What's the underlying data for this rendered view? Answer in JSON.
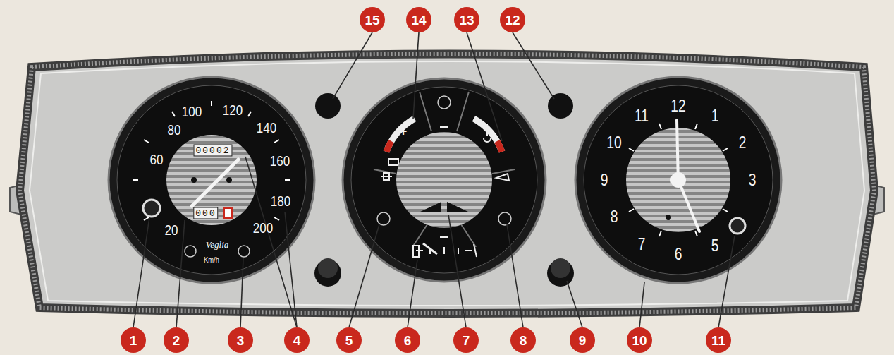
{
  "diagram": {
    "nodes": [
      {
        "text": [
          "15"
        ]
      },
      {
        "text": [
          "14"
        ]
      },
      {
        "text": [
          "13"
        ]
      },
      {
        "text": [
          "12"
        ]
      },
      {
        "text": [
          "1"
        ]
      },
      {
        "text": [
          "2"
        ]
      },
      {
        "text": [
          "3"
        ]
      },
      {
        "text": [
          "4"
        ]
      },
      {
        "text": [
          "5"
        ]
      },
      {
        "text": [
          "6"
        ]
      },
      {
        "text": [
          "7"
        ]
      },
      {
        "text": [
          "8"
        ]
      },
      {
        "text": [
          "9"
        ]
      },
      {
        "text": [
          "10"
        ]
      },
      {
        "text": [
          "11"
        ]
      }
    ],
    "labels": [
      "20",
      "60",
      "80",
      "100",
      "120",
      "140",
      "160",
      "180",
      "200",
      "00002",
      "000",
      "Veglia",
      "Km/h",
      "+",
      "12",
      "1",
      "2",
      "3",
      "5",
      "6",
      "7",
      "8",
      "9",
      "10",
      "11"
    ]
  }
}
